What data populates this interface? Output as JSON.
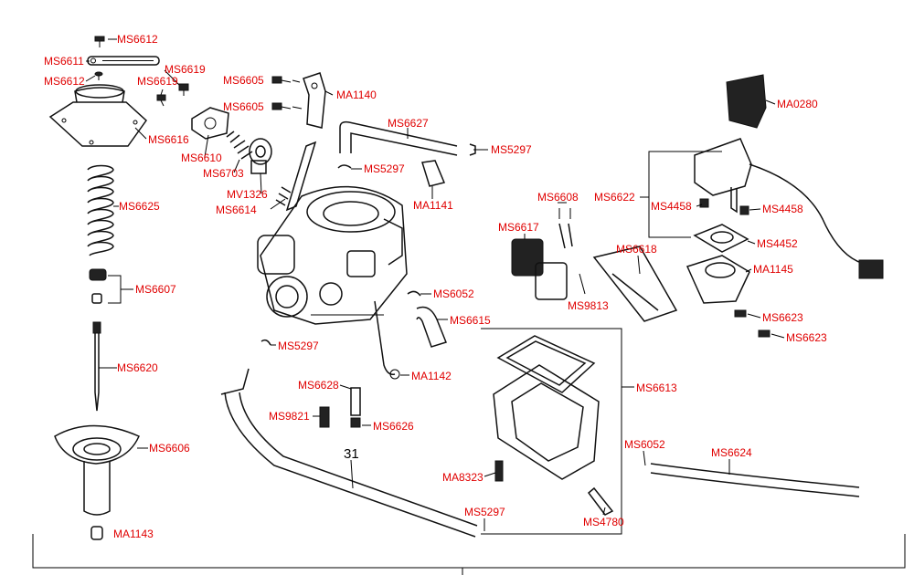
{
  "colors": {
    "label": "#e00000",
    "ink": "#111111",
    "background": "#ffffff"
  },
  "labels": {
    "ms6612_a": "MS6612",
    "ms6611": "MS6611",
    "ms6612_b": "MS6612",
    "ms6619_a": "MS6619",
    "ms6619_b": "MS6619",
    "ms6616": "MS6616",
    "ms6610": "MS6610",
    "ms6703": "MS6703",
    "mv1326": "MV1326",
    "ms6614": "MS6614",
    "ms6625": "MS6625",
    "ms6607": "MS6607",
    "ms6620": "MS6620",
    "ms6606": "MS6606",
    "ma1143": "MA1143",
    "ms6605_a": "MS6605",
    "ms6605_b": "MS6605",
    "ma1140": "MA1140",
    "ms6627": "MS6627",
    "ms5297_a": "MS5297",
    "ms5297_b": "MS5297",
    "ma1141": "MA1141",
    "ms6052_a": "MS6052",
    "ms6615": "MS6615",
    "ms5297_c": "MS5297",
    "ms6628": "MS6628",
    "ms9821": "MS9821",
    "ms6626": "MS6626",
    "ma1142": "MA1142",
    "part31": "31",
    "ms6608": "MS6608",
    "ms6617": "MS6617",
    "ms6618": "MS6618",
    "ms9813": "MS9813",
    "ms6613": "MS6613",
    "ma8323": "MA8323",
    "ms5297_d": "MS5297",
    "ms4780": "MS4780",
    "ms6052_b": "MS6052",
    "ms6624": "MS6624",
    "ma0280": "MA0280",
    "ms6622": "MS6622",
    "ms4458_a": "MS4458",
    "ms4458_b": "MS4458",
    "ms4452": "MS4452",
    "ma1145": "MA1145",
    "ms6623_a": "MS6623",
    "ms6623_b": "MS6623"
  }
}
